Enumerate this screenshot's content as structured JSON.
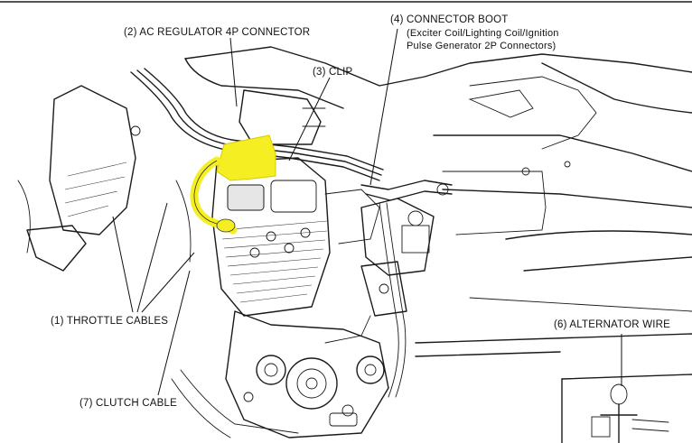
{
  "callouts": {
    "ac_regulator": "(2) AC REGULATOR 4P CONNECTOR",
    "clip": "(3) CLIP",
    "connector_boot": "(4) CONNECTOR BOOT",
    "connector_boot_sub1": "(Exciter Coil/Lighting Coil/Ignition",
    "connector_boot_sub2": "Pulse Generator 2P Connectors)",
    "throttle_cables": "(1) THROTTLE CABLES",
    "clutch_cable": "(7) CLUTCH CABLE",
    "alternator_wire": "(6) ALTERNATOR WIRE"
  },
  "colors": {
    "highlight": "#f4ee22",
    "highlight_stroke": "#d8cc00",
    "line": "#1a1a1a"
  }
}
